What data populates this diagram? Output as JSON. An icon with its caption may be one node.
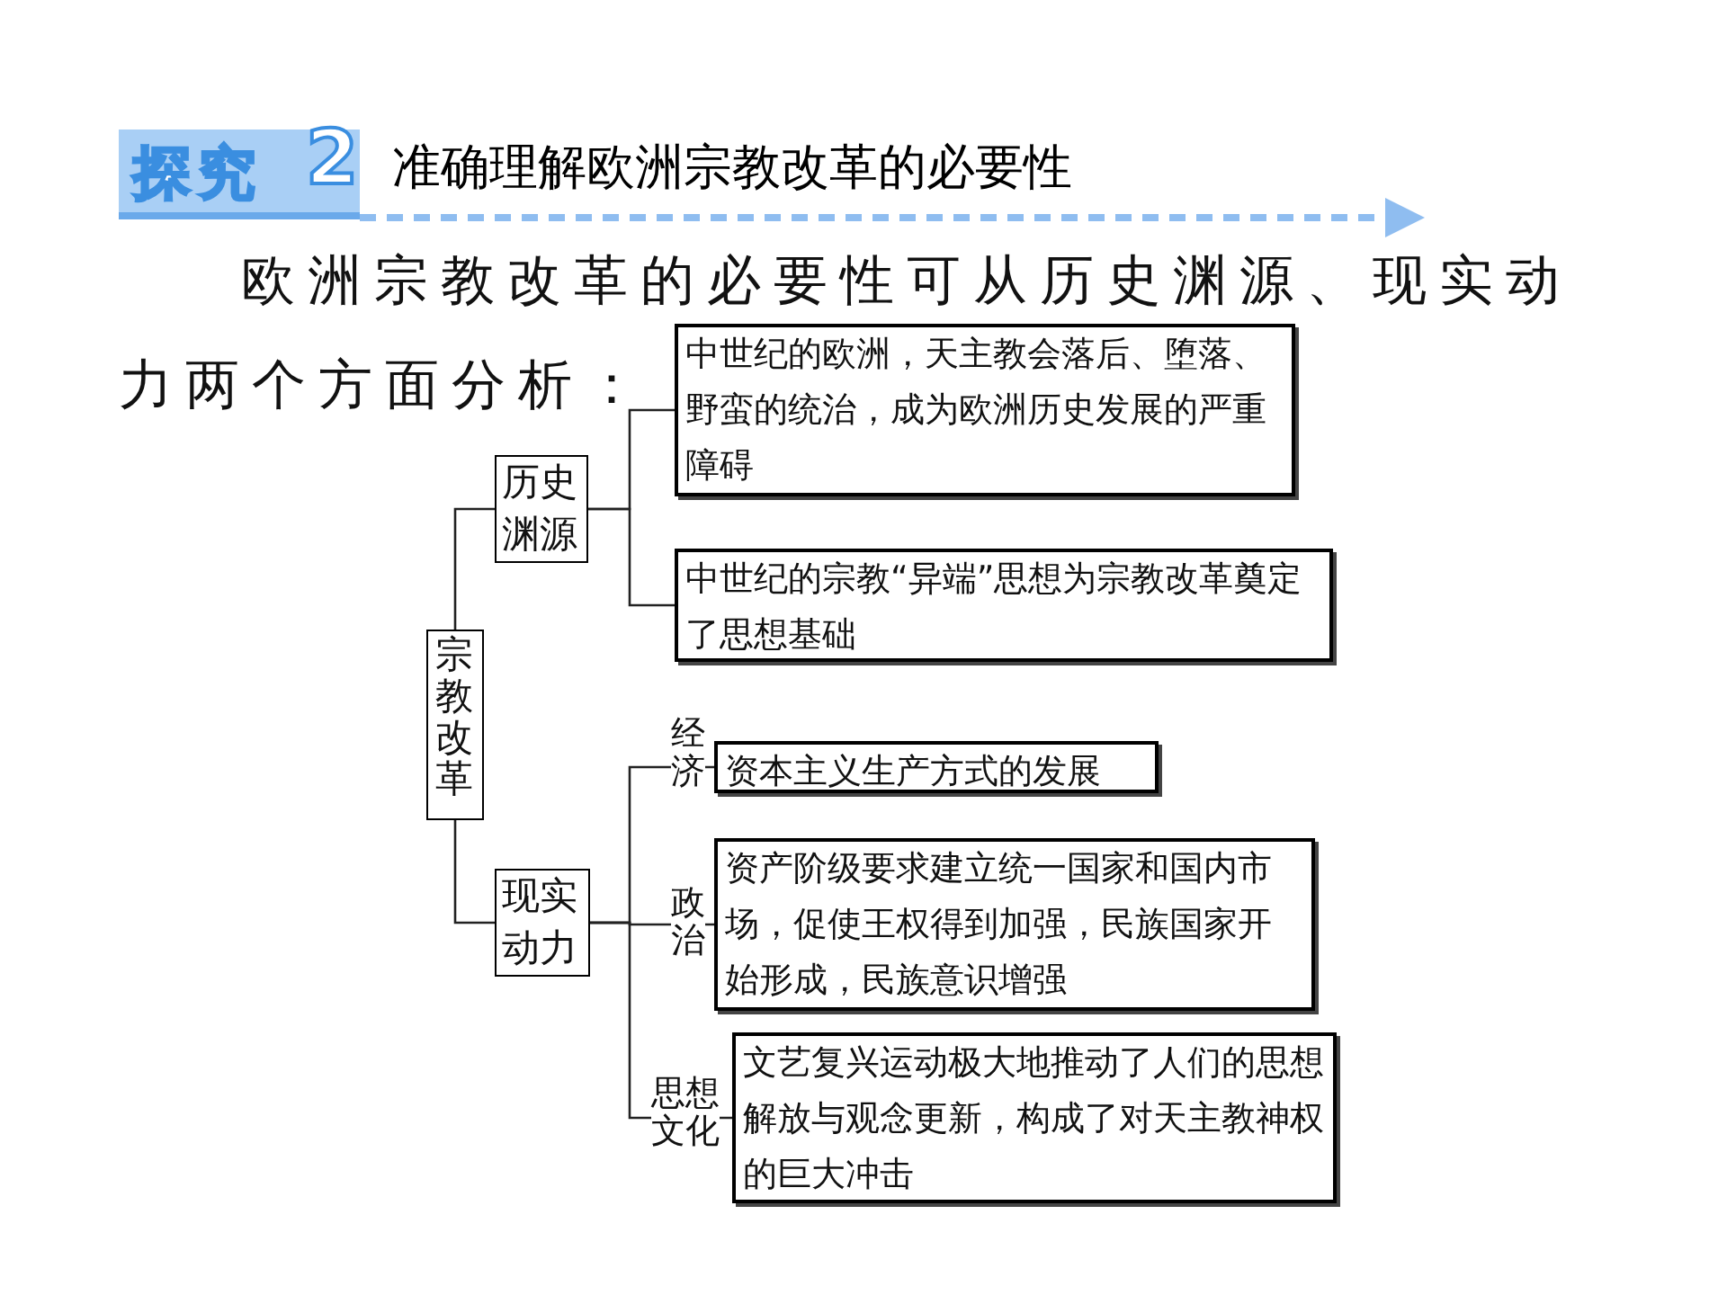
{
  "diagram": {
    "title": "准确理解欧洲宗教改革的必要性",
    "nodes": [
      {
        "text": [
          "宗教改革"
        ]
      },
      {
        "text": [
          "历史渊源"
        ]
      },
      {
        "text": [
          "中世纪的欧洲，天主教会落后、堕落、野蛮的统治，成为欧洲历史发展的严重障碍"
        ]
      },
      {
        "text": [
          "中世纪的宗教“异端”思想为宗教改革奠定了思想基础"
        ]
      },
      {
        "text": [
          "现实动力"
        ]
      },
      {
        "text": [
          "资本主义生产方式的发展"
        ]
      },
      {
        "text": [
          "资产阶级要求建立统一国家和国内市场，促使王权得到加强，民族国家开始形成，民族意识增强"
        ]
      },
      {
        "text": [
          "文艺复兴运动极大地推动了人们的思想解放与观念更新，构成了对天主教神权的巨大冲击"
        ]
      }
    ],
    "edges": [
      {
        "from": 0,
        "to": 1,
        "arrow": "none"
      },
      {
        "from": 0,
        "to": 4,
        "arrow": "none"
      },
      {
        "from": 1,
        "to": 2,
        "arrow": "none"
      },
      {
        "from": 1,
        "to": 3,
        "arrow": "none"
      },
      {
        "from": 4,
        "to": 5,
        "arrow": "none",
        "label": "经济"
      },
      {
        "from": 4,
        "to": 6,
        "arrow": "none",
        "label": "政治"
      },
      {
        "from": 4,
        "to": 7,
        "arrow": "none",
        "label": "思想文化"
      }
    ],
    "labels": [
      "探究",
      "2",
      "欧洲宗教改革的必要性可从历史渊源、现实动力两个方面分析："
    ]
  }
}
